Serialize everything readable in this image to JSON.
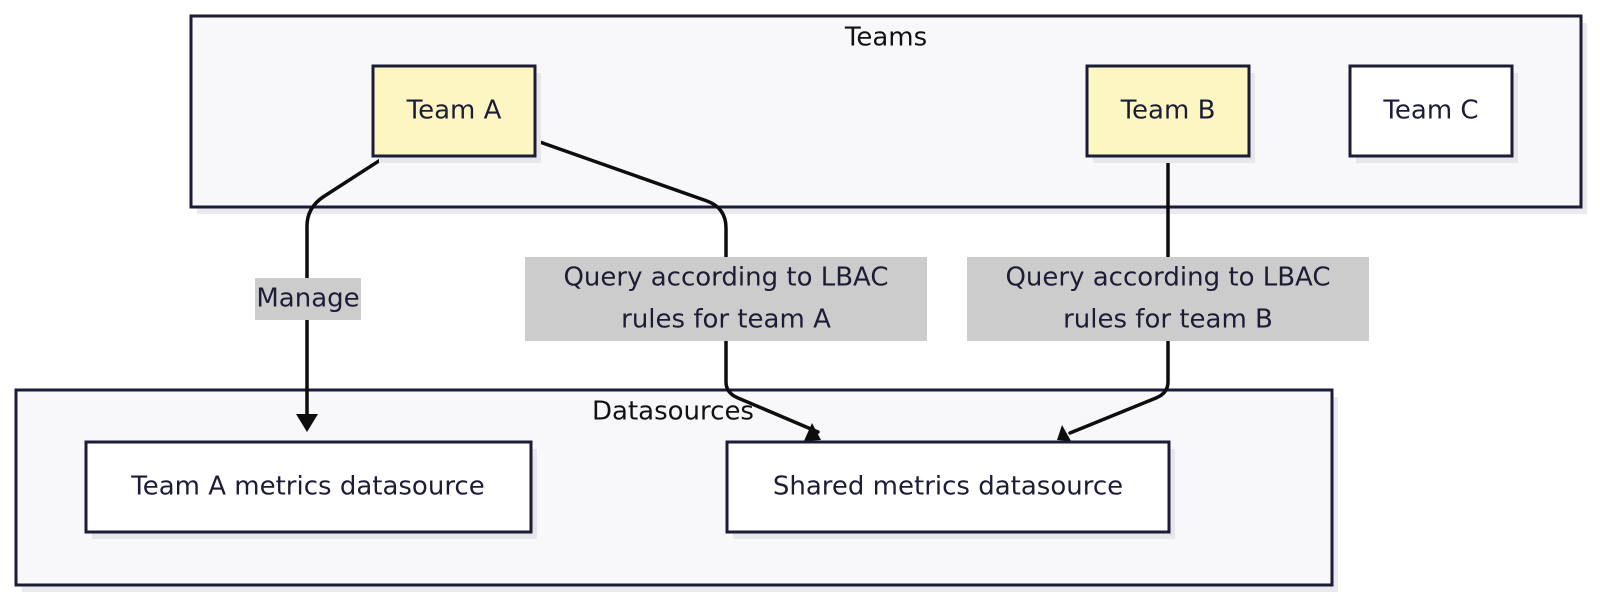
{
  "diagram": {
    "groups": {
      "teams": {
        "title": "Teams"
      },
      "datasources": {
        "title": "Datasources"
      }
    },
    "nodes": {
      "team_a": {
        "label": "Team A",
        "fill": "#fcf7c2"
      },
      "team_b": {
        "label": "Team B",
        "fill": "#fcf7c2"
      },
      "team_c": {
        "label": "Team C",
        "fill": "#ffffff"
      },
      "team_a_ds": {
        "label": "Team A metrics datasource",
        "fill": "#ffffff"
      },
      "shared_ds": {
        "label": "Shared metrics datasource",
        "fill": "#ffffff"
      }
    },
    "edges": {
      "manage": {
        "from": "Team A",
        "to": "Team A metrics datasource",
        "label": "Manage"
      },
      "query_a": {
        "from": "Team A",
        "to": "Shared metrics datasource",
        "label_line1": "Query according to LBAC",
        "label_line2": "rules for team A"
      },
      "query_b": {
        "from": "Team B",
        "to": "Shared metrics datasource",
        "label_line1": "Query according to LBAC",
        "label_line2": "rules for team B"
      }
    },
    "colors": {
      "border": "#1c1c36",
      "edge": "#0d0d0d",
      "edge_label_bg": "#cccccc",
      "group_fill": "#f8f8fb",
      "highlight_fill": "#fcf7c2"
    }
  }
}
